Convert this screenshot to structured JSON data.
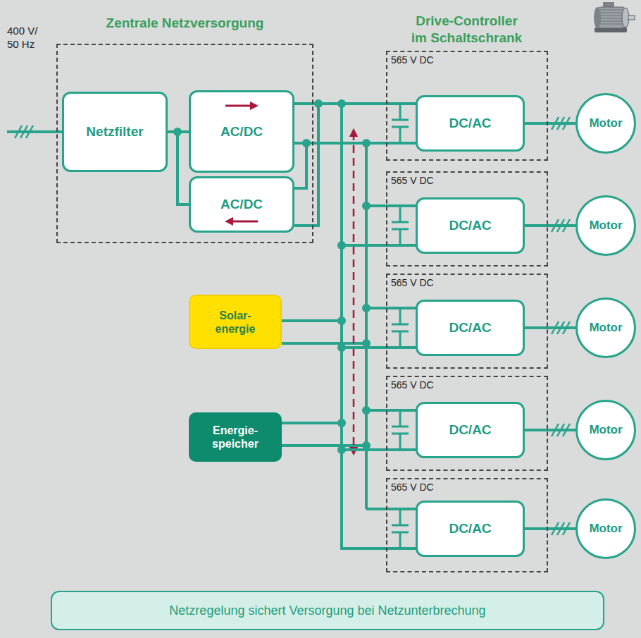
{
  "diagram": {
    "nodes": [
      {
        "text": [
          "Zentrale Netzversorgung"
        ]
      },
      {
        "text": [
          "Netzfilter"
        ],
        "in": 0
      },
      {
        "text": [
          "AC/DC"
        ],
        "in": 0
      },
      {
        "text": [
          "AC/DC"
        ],
        "in": 0
      },
      {
        "text": [
          "Solar- energie"
        ]
      },
      {
        "text": [
          "Energie- speicher"
        ]
      },
      {
        "text": [
          "565 V DC"
        ]
      },
      {
        "text": [
          "DC/AC"
        ],
        "in": 6
      },
      {
        "text": [
          "Motor"
        ]
      },
      {
        "text": [
          "565 V DC"
        ]
      },
      {
        "text": [
          "DC/AC"
        ],
        "in": 9
      },
      {
        "text": [
          "Motor"
        ]
      },
      {
        "text": [
          "565 V DC"
        ]
      },
      {
        "text": [
          "DC/AC"
        ],
        "in": 12
      },
      {
        "text": [
          "Motor"
        ]
      },
      {
        "text": [
          "565 V DC"
        ]
      },
      {
        "text": [
          "DC/AC"
        ],
        "in": 15
      },
      {
        "text": [
          "Motor"
        ]
      },
      {
        "text": [
          "565 V DC"
        ]
      },
      {
        "text": [
          "DC/AC"
        ],
        "in": 18
      },
      {
        "text": [
          "Motor"
        ]
      },
      {
        "text": [
          "Netzregelung sichert Versorgung bei Netzunterbrechung"
        ]
      }
    ],
    "edges": [
      {
        "from": 1,
        "to": 2,
        "arrow": "none"
      },
      {
        "from": 1,
        "to": 3,
        "arrow": "none"
      },
      {
        "from": 2,
        "to": 7,
        "arrow": "none"
      },
      {
        "from": 2,
        "to": 10,
        "arrow": "none"
      },
      {
        "from": 2,
        "to": 13,
        "arrow": "none"
      },
      {
        "from": 2,
        "to": 16,
        "arrow": "none"
      },
      {
        "from": 2,
        "to": 19,
        "arrow": "none"
      },
      {
        "from": 3,
        "to": 7,
        "arrow": "none"
      },
      {
        "from": 3,
        "to": 10,
        "arrow": "none"
      },
      {
        "from": 3,
        "to": 13,
        "arrow": "none"
      },
      {
        "from": 3,
        "to": 16,
        "arrow": "none"
      },
      {
        "from": 3,
        "to": 19,
        "arrow": "none"
      },
      {
        "from": 4,
        "to": 7,
        "arrow": "none"
      },
      {
        "from": 4,
        "to": 10,
        "arrow": "none"
      },
      {
        "from": 4,
        "to": 13,
        "arrow": "none"
      },
      {
        "from": 4,
        "to": 16,
        "arrow": "none"
      },
      {
        "from": 4,
        "to": 19,
        "arrow": "none"
      },
      {
        "from": 5,
        "to": 7,
        "arrow": "none"
      },
      {
        "from": 5,
        "to": 10,
        "arrow": "none"
      },
      {
        "from": 5,
        "to": 13,
        "arrow": "none"
      },
      {
        "from": 5,
        "to": 16,
        "arrow": "none"
      },
      {
        "from": 5,
        "to": 19,
        "arrow": "none"
      },
      {
        "from": 7,
        "to": 8,
        "arrow": "none"
      },
      {
        "from": 10,
        "to": 11,
        "arrow": "none"
      },
      {
        "from": 13,
        "to": 14,
        "arrow": "none"
      },
      {
        "from": 16,
        "to": 17,
        "arrow": "none"
      },
      {
        "from": 19,
        "to": 20,
        "arrow": "none"
      }
    ],
    "labels": [
      "400 V/ 50 Hz",
      "Drive-Controller im Schaltschrank"
    ]
  }
}
